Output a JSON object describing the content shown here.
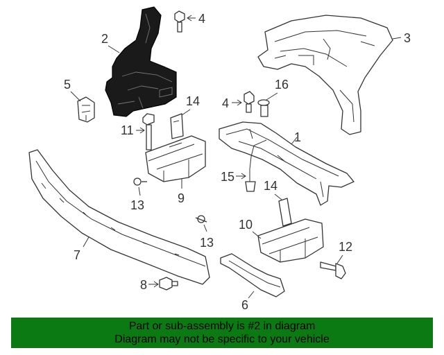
{
  "banner": {
    "line1": "Part or sub-assembly is #2 in diagram",
    "line2": "Diagram may not be specific to your vehicle",
    "background": "#0b7a12"
  },
  "callouts": {
    "c1": "1",
    "c2": "2",
    "c3": "3",
    "c4a": "4",
    "c4b": "4",
    "c5": "5",
    "c6": "6",
    "c7": "7",
    "c8": "8",
    "c9": "9",
    "c10": "10",
    "c11": "11",
    "c12": "12",
    "c13a": "13",
    "c13b": "13",
    "c14a": "14",
    "c14b": "14",
    "c15": "15",
    "c16": "16"
  },
  "highlighted_part": "2"
}
